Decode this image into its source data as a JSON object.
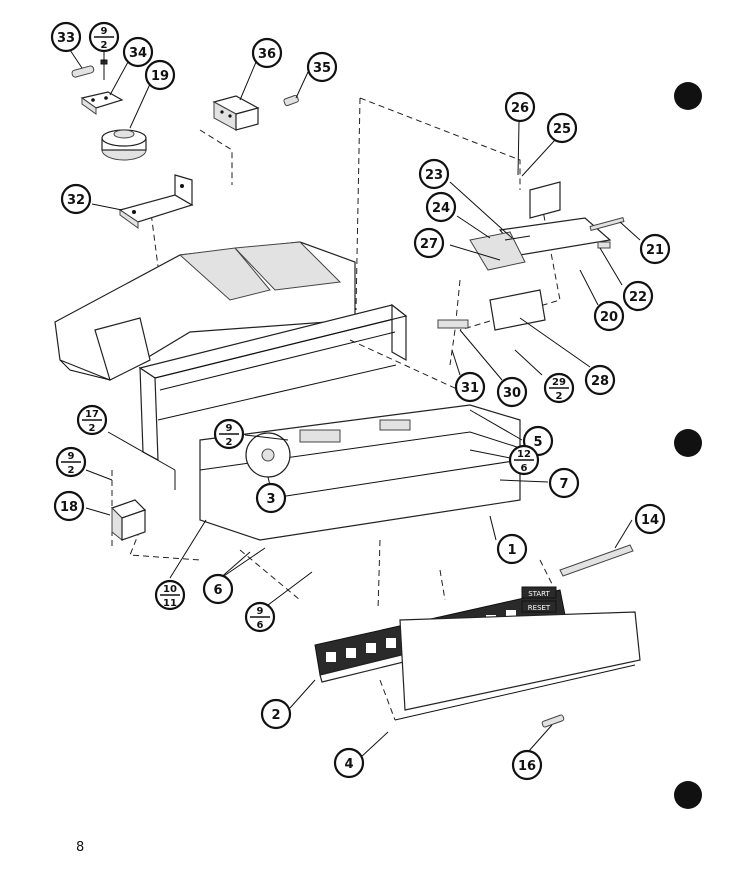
{
  "page": {
    "page_number": "8"
  },
  "panel": {
    "buttons": [
      "START",
      "RESET"
    ]
  },
  "callouts": [
    {
      "id": "33",
      "label": "33"
    },
    {
      "id": "9-2-a",
      "top": "9",
      "bottom": "2"
    },
    {
      "id": "34",
      "label": "34"
    },
    {
      "id": "19",
      "label": "19"
    },
    {
      "id": "36",
      "label": "36"
    },
    {
      "id": "35",
      "label": "35"
    },
    {
      "id": "32",
      "label": "32"
    },
    {
      "id": "26",
      "label": "26"
    },
    {
      "id": "25",
      "label": "25"
    },
    {
      "id": "23",
      "label": "23"
    },
    {
      "id": "24",
      "label": "24"
    },
    {
      "id": "21",
      "label": "21"
    },
    {
      "id": "27",
      "label": "27"
    },
    {
      "id": "22",
      "label": "22"
    },
    {
      "id": "20",
      "label": "20"
    },
    {
      "id": "31",
      "label": "31"
    },
    {
      "id": "30",
      "label": "30"
    },
    {
      "id": "29-2",
      "top": "29",
      "bottom": "2"
    },
    {
      "id": "28",
      "label": "28"
    },
    {
      "id": "17-2",
      "top": "17",
      "bottom": "2"
    },
    {
      "id": "9-2-b",
      "top": "9",
      "bottom": "2"
    },
    {
      "id": "5",
      "label": "5"
    },
    {
      "id": "9-2-c",
      "top": "9",
      "bottom": "2"
    },
    {
      "id": "12-6",
      "top": "12",
      "bottom": "6"
    },
    {
      "id": "3",
      "label": "3"
    },
    {
      "id": "7",
      "label": "7"
    },
    {
      "id": "18",
      "label": "18"
    },
    {
      "id": "14",
      "label": "14"
    },
    {
      "id": "1",
      "label": "1"
    },
    {
      "id": "6",
      "label": "6"
    },
    {
      "id": "10-11",
      "top": "10",
      "bottom": "11"
    },
    {
      "id": "9-6",
      "top": "9",
      "bottom": "6"
    },
    {
      "id": "2",
      "label": "2"
    },
    {
      "id": "4",
      "label": "4"
    },
    {
      "id": "16",
      "label": "16"
    }
  ]
}
